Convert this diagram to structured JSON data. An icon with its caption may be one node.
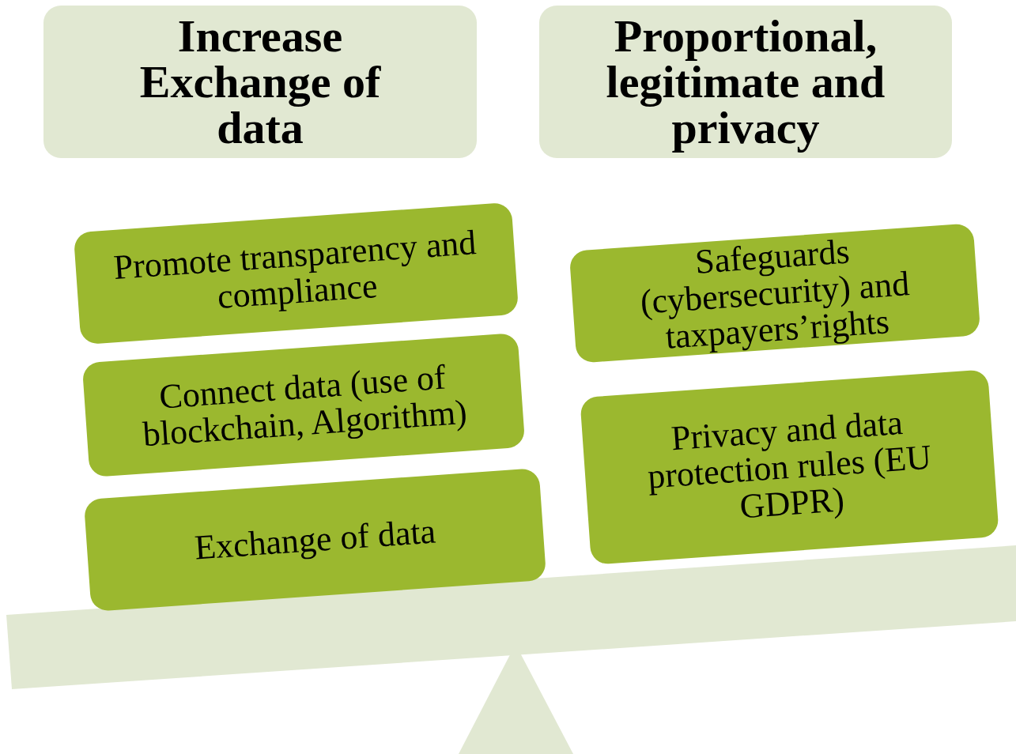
{
  "diagram": {
    "nodes": [
      {
        "text": [
          "Increase Exchange of data"
        ]
      },
      {
        "text": [
          "Proportional, legitimate and privacy"
        ]
      },
      {
        "text": [
          "Promote transparency and compliance"
        ]
      },
      {
        "text": [
          "Connect data (use of blockchain, Algorithm)"
        ]
      },
      {
        "text": [
          "Exchange of data"
        ]
      },
      {
        "text": [
          "Safeguards (cybersecurity) and taxpayers’rights"
        ]
      },
      {
        "text": [
          "Privacy and data protection rules (EU GDPR)"
        ]
      }
    ],
    "edges": []
  }
}
